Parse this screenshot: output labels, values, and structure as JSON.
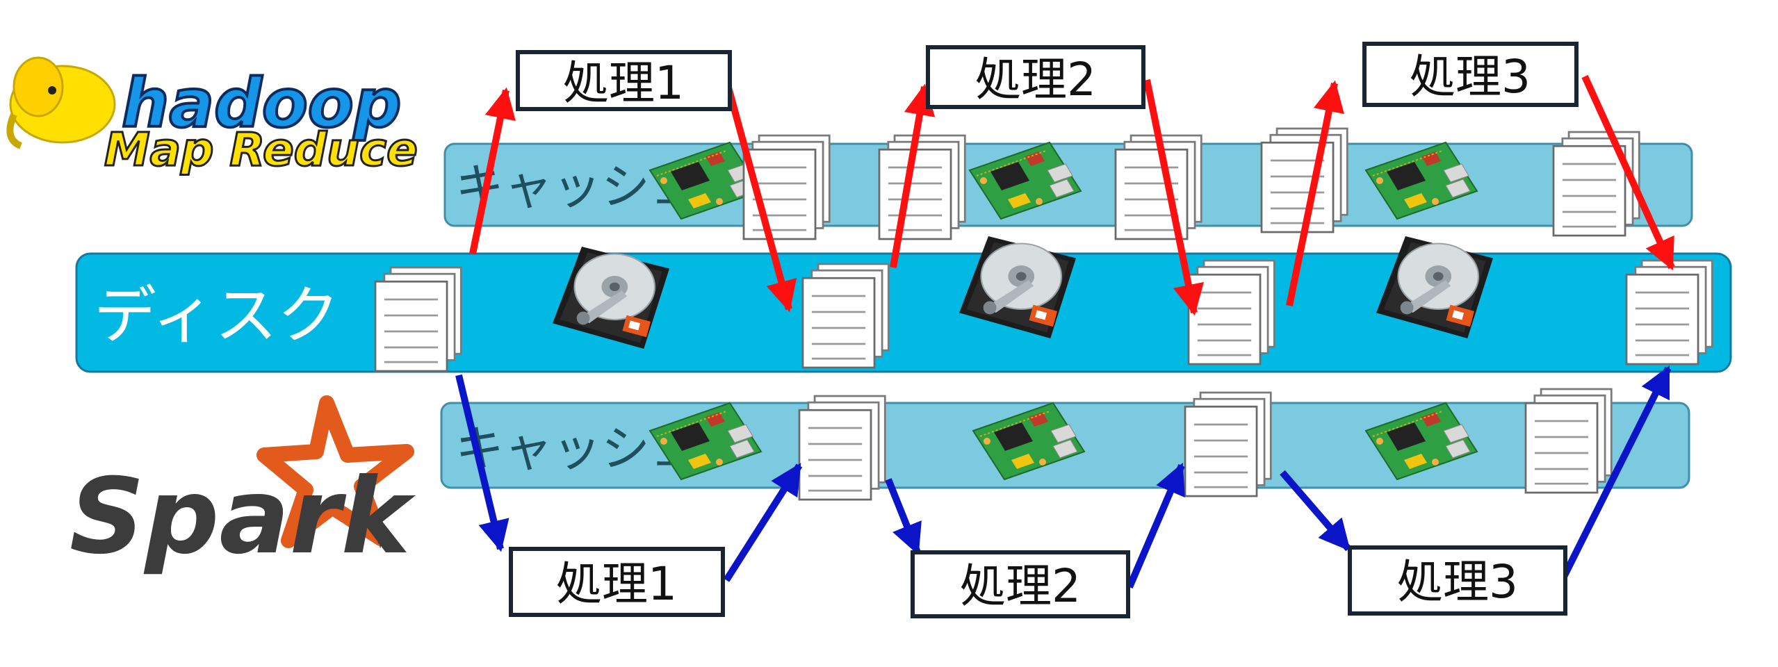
{
  "logos": {
    "hadoop_line1": "hadoop",
    "hadoop_line2": "Map Reduce",
    "spark_word": "Spark",
    "spark_tm": "™"
  },
  "lanes": {
    "cache": "キャッシュ",
    "disk": "ディスク"
  },
  "processes": {
    "top": [
      "処理1",
      "処理2",
      "処理3"
    ],
    "bottom": [
      "処理1",
      "処理2",
      "処理3"
    ]
  },
  "colors": {
    "cache_band": "#7ccadf",
    "disk_band": "#02b9e3",
    "hadoop_arrow": "#ff1010",
    "spark_arrow": "#0a14c8",
    "spark_orange": "#e25a1c",
    "hadoop_yellow": "#ffe000",
    "hadoop_blue": "#1596e8"
  },
  "icons": {
    "document": "document-stack-icon",
    "hard_disk": "hard-disk-icon",
    "memory_board": "circuit-board-icon",
    "elephant": "hadoop-elephant-icon",
    "star": "spark-star-icon"
  }
}
